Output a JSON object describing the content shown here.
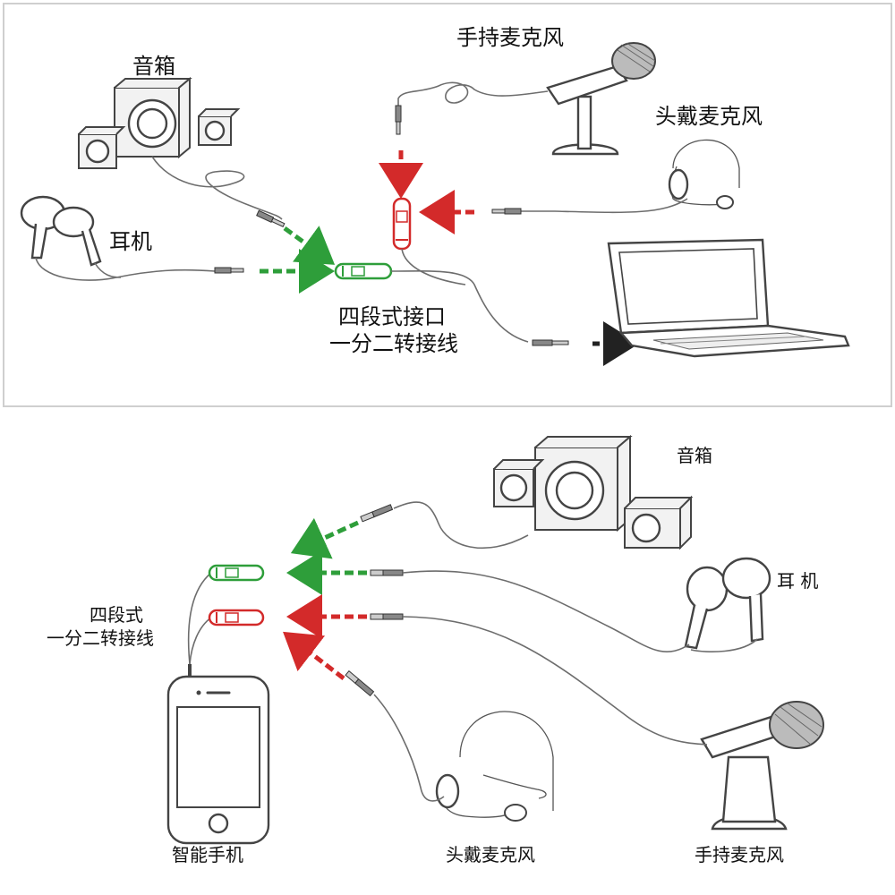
{
  "labels": {
    "top": {
      "speaker": "音箱",
      "handheld_mic": "手持麦克风",
      "headset_mic": "头戴麦克风",
      "earphones": "耳机",
      "adapter_line1": "四段式接口",
      "adapter_line2": "一分二转接线"
    },
    "bottom": {
      "speaker": "音箱",
      "earphones": "耳 机",
      "adapter_line1": "四段式",
      "adapter_line2": "一分二转接线",
      "phone": "智能手机",
      "headset_mic": "头戴麦克风",
      "handheld_mic": "手持麦克风"
    }
  },
  "colors": {
    "audio_out": "#2e9e3a",
    "mic_in": "#d32a2a",
    "computer": "#222222",
    "frame": "#cfcfcf"
  }
}
